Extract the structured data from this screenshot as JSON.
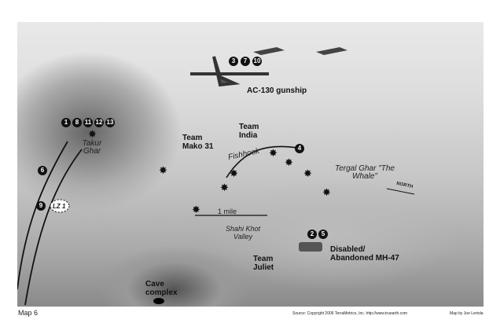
{
  "map_label": "Map 6",
  "source": "Source: Copyright 2006 TerraMetrics, Inc. http://www.truearth.com",
  "credit": "Map by Joe Lertola",
  "places": {
    "gunship": "AC-130 gunship",
    "takur": "Takur Ghar",
    "mako": "Team Mako 31",
    "india": "Team India",
    "fishhook": "Fishhook",
    "tergal": "Tergal Ghar \"The Whale\"",
    "north": "NORTH",
    "mile": "1 mile",
    "valley": "Shahi Khot Valley",
    "mh47": "Disabled/ Abandoned MH-47",
    "juliet": "Team Juliet",
    "cave": "Cave complex",
    "lz": "LZ 1"
  },
  "markers": {
    "gunship": [
      "3",
      "7",
      "10"
    ],
    "takur": [
      "1",
      "8",
      "11",
      "12",
      "13"
    ],
    "fishhook": [
      "4"
    ],
    "mh47": [
      "2",
      "5"
    ],
    "left": [
      "6",
      "9"
    ]
  }
}
